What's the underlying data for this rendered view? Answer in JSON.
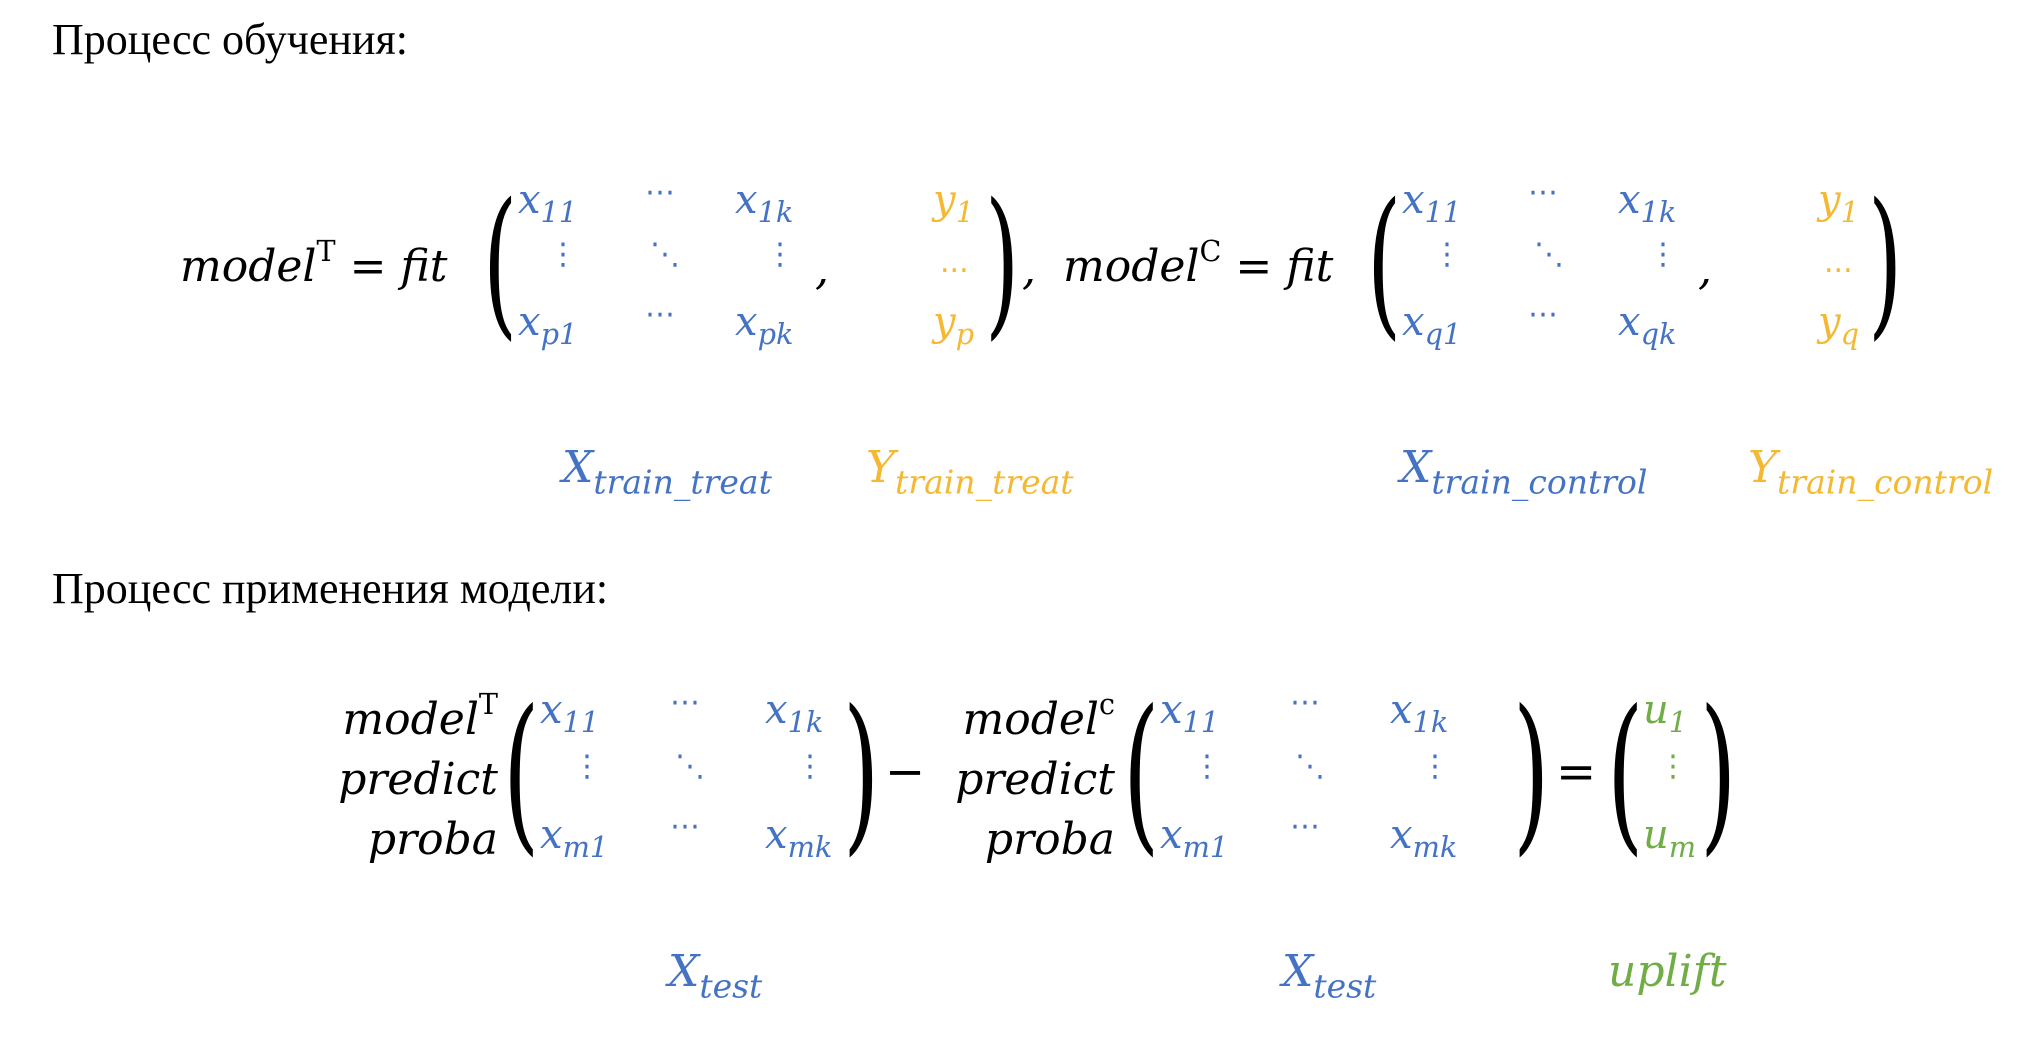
{
  "headings": {
    "training": "Процесс обучения:",
    "applying": "Процесс применения модели:"
  },
  "training_eq": {
    "model_t": "model",
    "sup_t": "T",
    "fit": "fit",
    "comma": ",",
    "model_c": "model",
    "sup_c": "C",
    "equals": "=",
    "matrix_t": {
      "x11": "x",
      "x11_sub": "11",
      "x1k": "x",
      "x1k_sub": "1k",
      "xp1": "x",
      "xp1_sub": "p1",
      "xpk": "x",
      "xpk_sub": "pk",
      "y1": "y",
      "y1_sub": "1",
      "ydots": "...",
      "yp": "y",
      "yp_sub": "p"
    },
    "matrix_c": {
      "x11": "x",
      "x11_sub": "11",
      "x1k": "x",
      "x1k_sub": "1k",
      "xq1": "x",
      "xq1_sub": "q1",
      "xqk": "x",
      "xqk_sub": "qk",
      "y1": "y",
      "y1_sub": "1",
      "ydots": "...",
      "yq": "y",
      "yq_sub": "q"
    },
    "labels": {
      "x_train_treat": "X",
      "x_train_treat_sub": "train_treat",
      "y_train_treat": "Y",
      "y_train_treat_sub": "train_treat",
      "x_train_control": "X",
      "x_train_control_sub": "train_control",
      "y_train_control": "Y",
      "y_train_control_sub": "train_control"
    }
  },
  "apply_eq": {
    "left_stack": [
      "model",
      "predict",
      "proba"
    ],
    "left_sup": "T",
    "right_stack": [
      "model",
      "predict",
      "proba"
    ],
    "right_sup": "c",
    "minus": "−",
    "equals": "=",
    "matrix": {
      "x11": "x",
      "x11_sub": "11",
      "x1k": "x",
      "x1k_sub": "1k",
      "xm1": "x",
      "xm1_sub": "m1",
      "xmk": "x",
      "xmk_sub": "mk"
    },
    "result": {
      "u1": "u",
      "u1_sub": "1",
      "um": "u",
      "um_sub": "m"
    },
    "labels": {
      "x_test_1": "X",
      "x_test_1_sub": "test",
      "x_test_2": "X",
      "x_test_2_sub": "test",
      "uplift": "uplift"
    }
  },
  "colors": {
    "features": "#4472c4",
    "target": "#f4b833",
    "uplift": "#70ad47"
  }
}
